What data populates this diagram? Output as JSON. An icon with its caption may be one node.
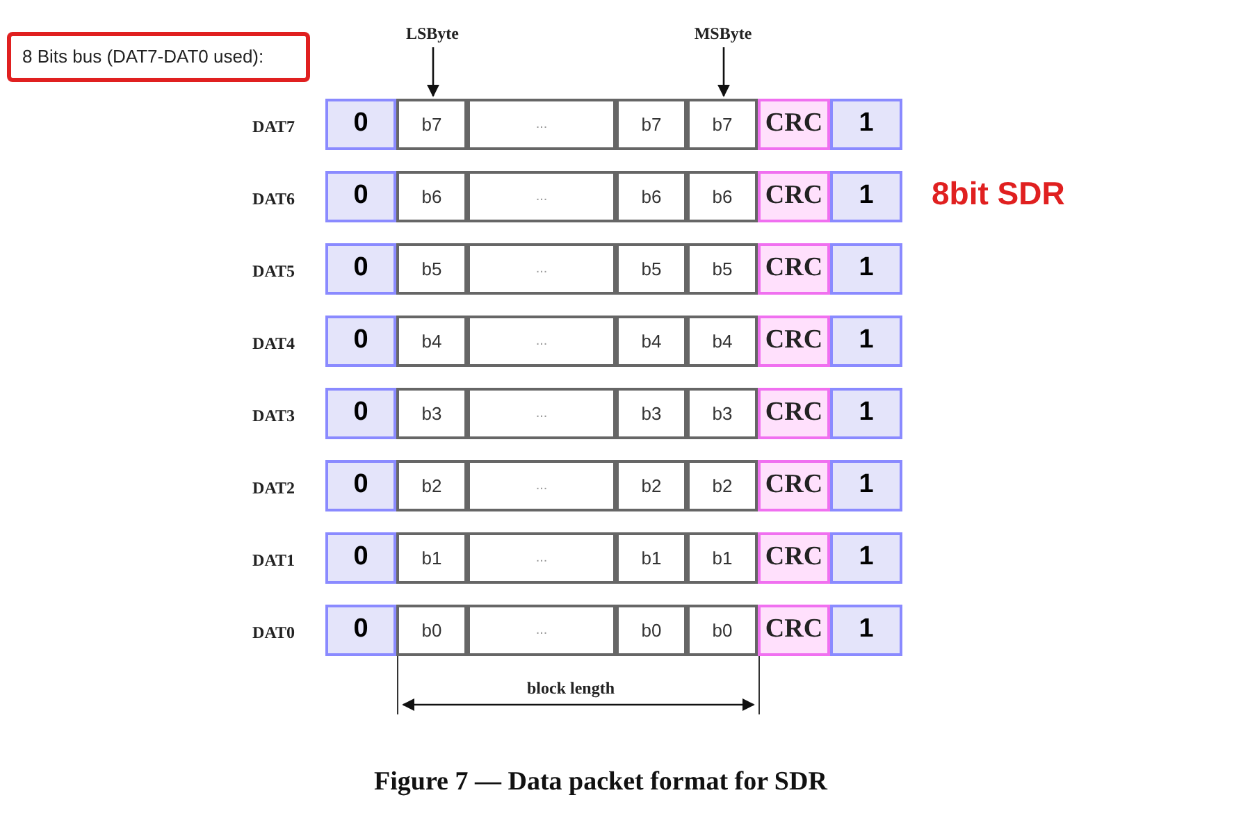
{
  "diagram": {
    "caption": "Figure 7 — Data packet format for SDR",
    "nodes": [
      {
        "text": [
          "8 Bits bus (DAT7-DAT0 used):"
        ]
      },
      {
        "text": [
          "LSByte"
        ]
      },
      {
        "text": [
          "MSByte"
        ]
      },
      {
        "text": [
          "0"
        ]
      },
      {
        "text": [
          "b7"
        ]
      },
      {
        "text": [
          "..."
        ]
      },
      {
        "text": [
          "b7"
        ]
      },
      {
        "text": [
          "b7"
        ]
      },
      {
        "text": [
          "CRC"
        ]
      },
      {
        "text": [
          "1"
        ]
      },
      {
        "text": [
          "0"
        ]
      },
      {
        "text": [
          "b6"
        ]
      },
      {
        "text": [
          "..."
        ]
      },
      {
        "text": [
          "b6"
        ]
      },
      {
        "text": [
          "b6"
        ]
      },
      {
        "text": [
          "CRC"
        ]
      },
      {
        "text": [
          "1"
        ]
      },
      {
        "text": [
          "0"
        ]
      },
      {
        "text": [
          "b5"
        ]
      },
      {
        "text": [
          "..."
        ]
      },
      {
        "text": [
          "b5"
        ]
      },
      {
        "text": [
          "b5"
        ]
      },
      {
        "text": [
          "CRC"
        ]
      },
      {
        "text": [
          "1"
        ]
      },
      {
        "text": [
          "0"
        ]
      },
      {
        "text": [
          "b4"
        ]
      },
      {
        "text": [
          "..."
        ]
      },
      {
        "text": [
          "b4"
        ]
      },
      {
        "text": [
          "b4"
        ]
      },
      {
        "text": [
          "CRC"
        ]
      },
      {
        "text": [
          "1"
        ]
      },
      {
        "text": [
          "0"
        ]
      },
      {
        "text": [
          "b3"
        ]
      },
      {
        "text": [
          "..."
        ]
      },
      {
        "text": [
          "b3"
        ]
      },
      {
        "text": [
          "b3"
        ]
      },
      {
        "text": [
          "CRC"
        ]
      },
      {
        "text": [
          "1"
        ]
      },
      {
        "text": [
          "0"
        ]
      },
      {
        "text": [
          "b2"
        ]
      },
      {
        "text": [
          "..."
        ]
      },
      {
        "text": [
          "b2"
        ]
      },
      {
        "text": [
          "b2"
        ]
      },
      {
        "text": [
          "CRC"
        ]
      },
      {
        "text": [
          "1"
        ]
      },
      {
        "text": [
          "0"
        ]
      },
      {
        "text": [
          "b1"
        ]
      },
      {
        "text": [
          "..."
        ]
      },
      {
        "text": [
          "b1"
        ]
      },
      {
        "text": [
          "b1"
        ]
      },
      {
        "text": [
          "CRC"
        ]
      },
      {
        "text": [
          "1"
        ]
      },
      {
        "text": [
          "0"
        ]
      },
      {
        "text": [
          "b0"
        ]
      },
      {
        "text": [
          "..."
        ]
      },
      {
        "text": [
          "b0"
        ]
      },
      {
        "text": [
          "b0"
        ]
      },
      {
        "text": [
          "CRC"
        ]
      },
      {
        "text": [
          "1"
        ]
      }
    ],
    "edges": [
      {
        "from": 1,
        "to": 4,
        "arrow": "to"
      },
      {
        "from": 2,
        "to": 7,
        "arrow": "to"
      }
    ],
    "labels": [
      "DAT7",
      "DAT6",
      "DAT5",
      "DAT4",
      "DAT3",
      "DAT2",
      "DAT1",
      "DAT0",
      "8bit SDR",
      "block length"
    ]
  }
}
